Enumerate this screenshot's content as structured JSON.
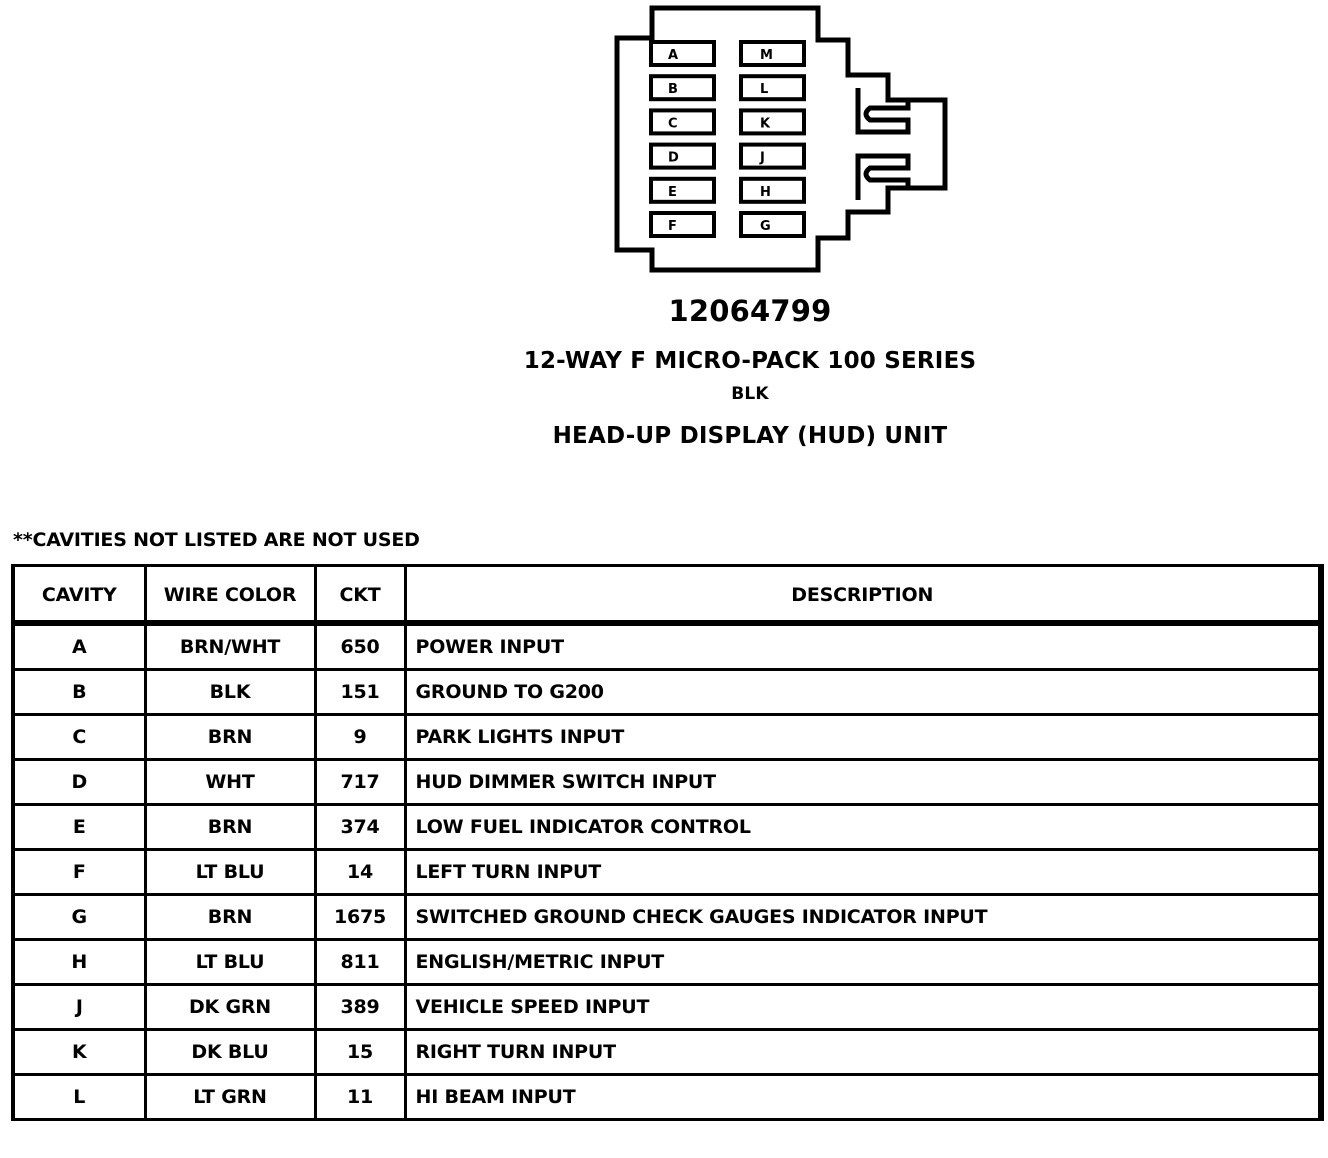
{
  "connector": {
    "cavities_left": [
      "A",
      "B",
      "C",
      "D",
      "E",
      "F"
    ],
    "cavities_right": [
      "M",
      "L",
      "K",
      "J",
      "H",
      "G"
    ]
  },
  "part_number": "12064799",
  "connector_type": "12-WAY F MICRO-PACK 100 SERIES",
  "connector_color": "BLK",
  "component_name": "HEAD-UP DISPLAY (HUD) UNIT",
  "table_note": "**CAVITIES NOT LISTED ARE NOT USED",
  "table": {
    "headers": [
      "CAVITY",
      "WIRE COLOR",
      "CKT",
      "DESCRIPTION"
    ],
    "rows": [
      [
        "A",
        "BRN/WHT",
        "650",
        "POWER INPUT"
      ],
      [
        "B",
        "BLK",
        "151",
        "GROUND TO G200"
      ],
      [
        "C",
        "BRN",
        "9",
        "PARK LIGHTS INPUT"
      ],
      [
        "D",
        "WHT",
        "717",
        "HUD DIMMER SWITCH INPUT"
      ],
      [
        "E",
        "BRN",
        "374",
        "LOW FUEL INDICATOR CONTROL"
      ],
      [
        "F",
        "LT BLU",
        "14",
        "LEFT TURN INPUT"
      ],
      [
        "G",
        "BRN",
        "1675",
        "SWITCHED GROUND CHECK GAUGES INDICATOR INPUT"
      ],
      [
        "H",
        "LT BLU",
        "811",
        "ENGLISH/METRIC INPUT"
      ],
      [
        "J",
        "DK GRN",
        "389",
        "VEHICLE SPEED INPUT"
      ],
      [
        "K",
        "DK BLU",
        "15",
        "RIGHT TURN INPUT"
      ],
      [
        "L",
        "LT GRN",
        "11",
        "HI BEAM INPUT"
      ]
    ]
  }
}
